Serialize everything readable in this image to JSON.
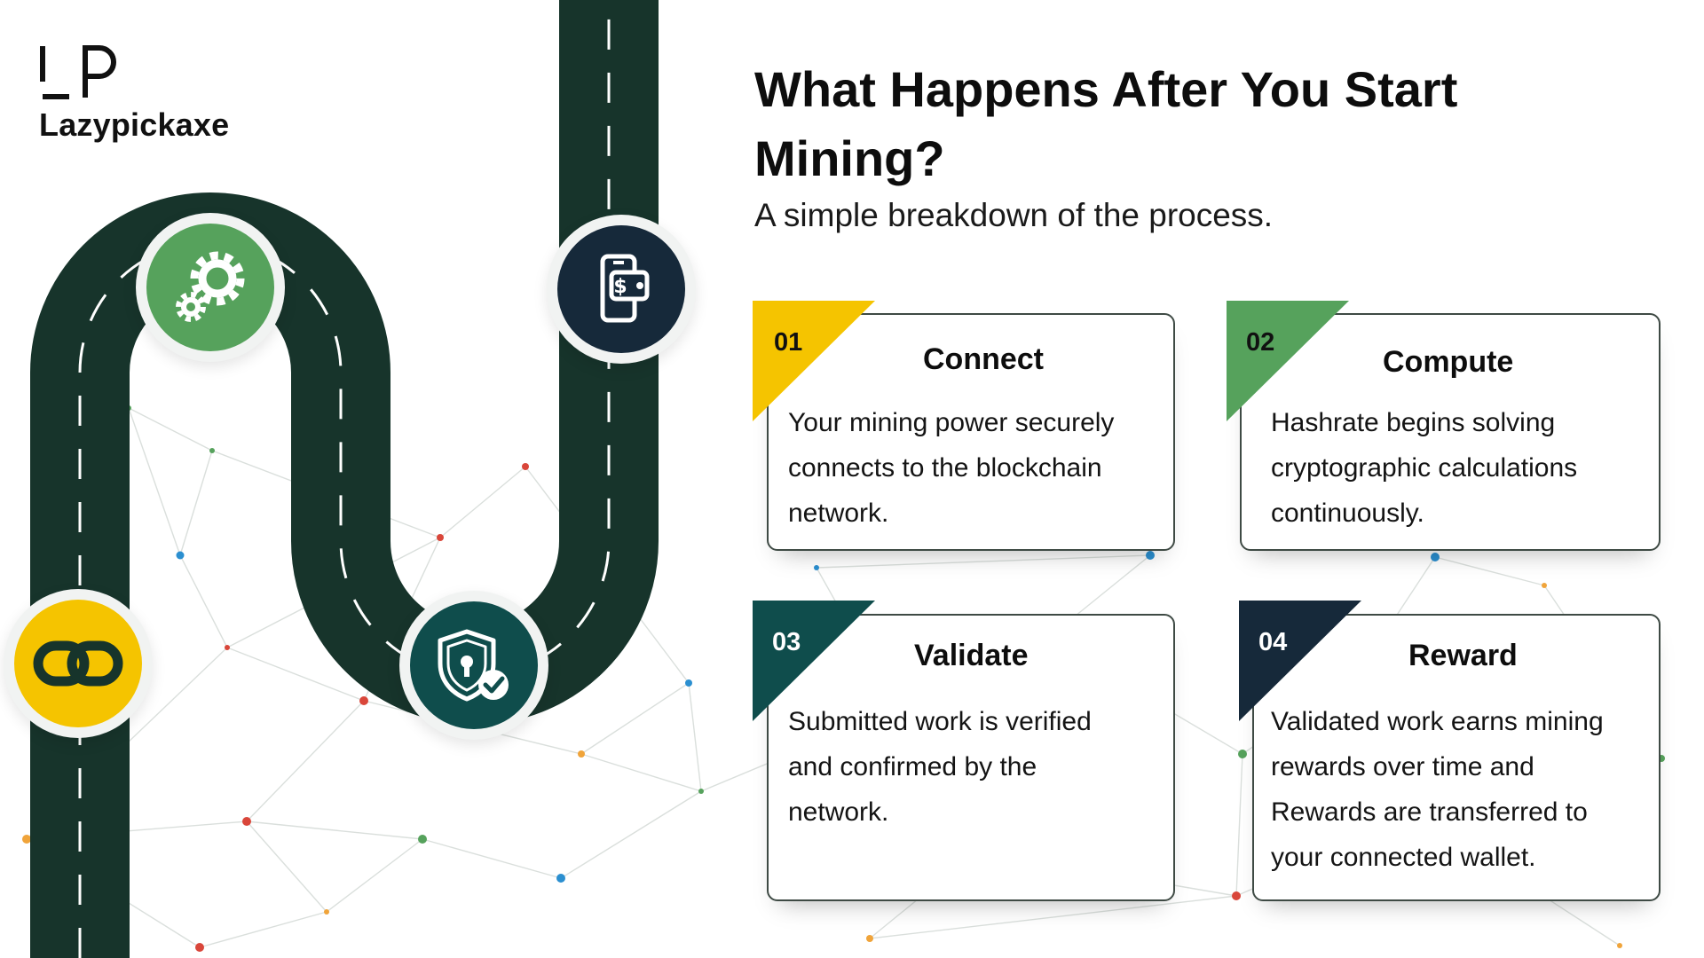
{
  "brand": {
    "name": "Lazypickaxe"
  },
  "heading": {
    "title": "What Happens After You Start Mining?",
    "subtitle": "A simple breakdown of the process."
  },
  "colors": {
    "road": "#17342b",
    "road_dash": "#ffffff",
    "yellow": "#f5c400",
    "green": "#56a25c",
    "teal": "#0f4d4c",
    "navy": "#16293a",
    "card_border": "#3e4a44"
  },
  "badges": [
    {
      "icon": "gears-icon",
      "color": "#56a25c"
    },
    {
      "icon": "wallet-phone-icon",
      "color": "#16293a"
    },
    {
      "icon": "shield-lock-check-icon",
      "color": "#0f4d4c"
    },
    {
      "icon": "chain-link-icon",
      "color": "#f5c400"
    }
  ],
  "steps": [
    {
      "number": "01",
      "title": "Connect",
      "lines": [
        "Your mining power securely",
        "connects to the blockchain",
        "network."
      ],
      "color": "#f5c400",
      "number_color": "#111111"
    },
    {
      "number": "02",
      "title": "Compute",
      "lines": [
        "Hashrate begins solving",
        "cryptographic calculations",
        "continuously."
      ],
      "color": "#56a25c",
      "number_color": "#111111"
    },
    {
      "number": "03",
      "title": "Validate",
      "lines": [
        "Submitted work is verified",
        "and confirmed by the",
        "network."
      ],
      "color": "#0f4d4c",
      "number_color": "#ffffff"
    },
    {
      "number": "04",
      "title": "Reward",
      "lines": [
        "Validated work earns mining",
        "rewards over time and",
        "Rewards are transferred to",
        "your connected wallet."
      ],
      "color": "#16293a",
      "number_color": "#ffffff"
    }
  ]
}
